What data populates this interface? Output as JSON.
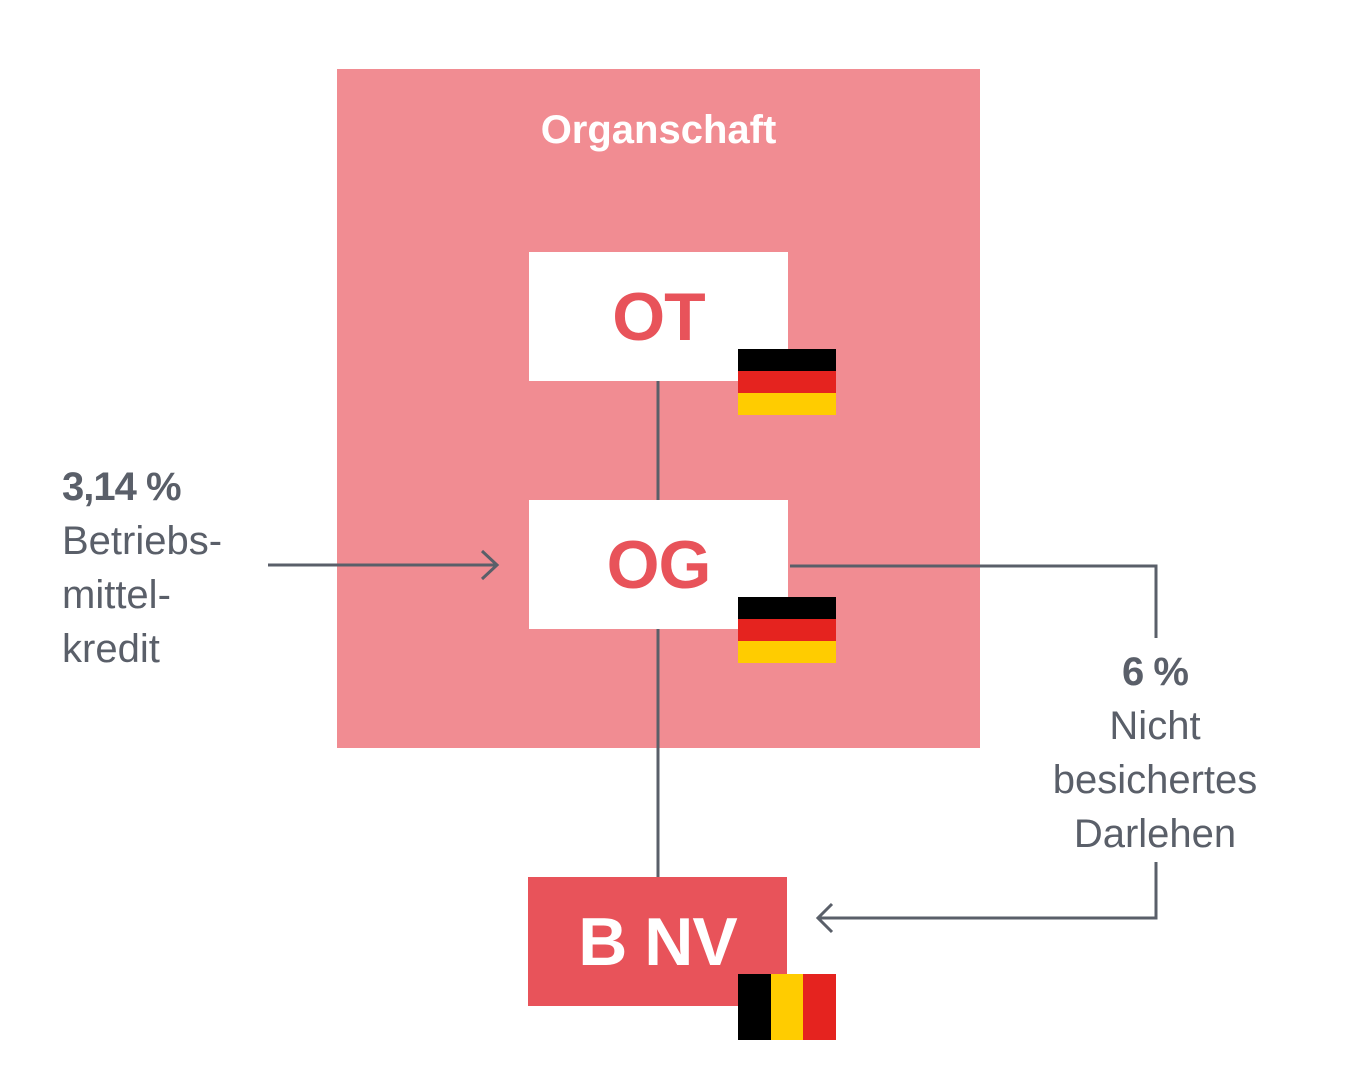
{
  "group": {
    "title": "Organschaft",
    "color": "#f18c92"
  },
  "entities": {
    "ot": {
      "label": "OT",
      "flag": "germany-flag"
    },
    "og": {
      "label": "OG",
      "flag": "germany-flag"
    },
    "bnv": {
      "label": "B NV",
      "flag": "belgium-flag"
    }
  },
  "loans": {
    "working_capital": {
      "rate": "3,14 %",
      "lines": [
        "Betriebs-",
        "mittel-",
        "kredit"
      ]
    },
    "unsecured": {
      "rate": "6 %",
      "lines": [
        "Nicht",
        "besichertes",
        "Darlehen"
      ]
    }
  },
  "colors": {
    "accent_red": "#e8535a",
    "text_gray": "#5a5f69",
    "flag_black": "#000000",
    "flag_red": "#e5231f",
    "flag_gold": "#ffcc00"
  }
}
